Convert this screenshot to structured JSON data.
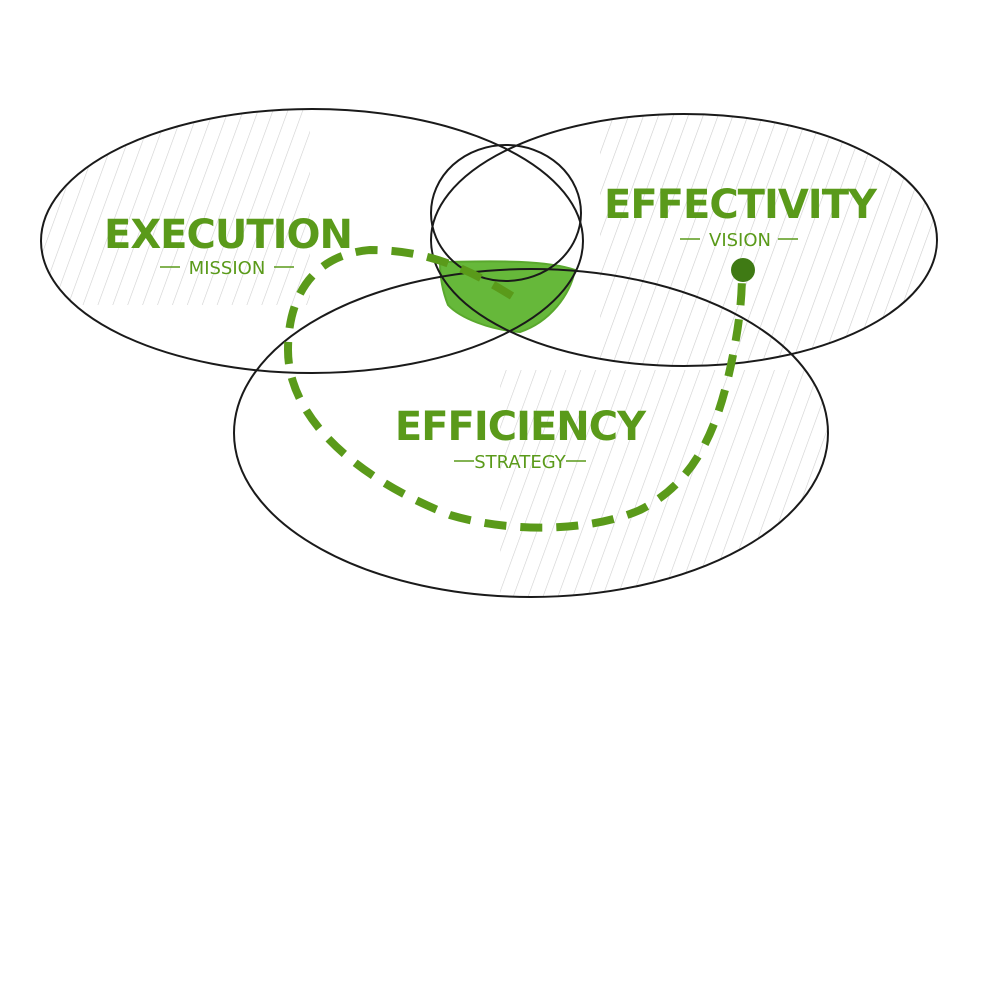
{
  "colors": {
    "accent": "#5a9a1a",
    "accent_fill": "#66b83a",
    "outline": "#1a1a1a",
    "hatch": "#bdbdbd"
  },
  "circles": [
    {
      "title": "EXECUTION",
      "subtitle": "MISSION"
    },
    {
      "title": "EFFECTIVITY",
      "subtitle": "VISION"
    },
    {
      "title": "EFFICIENCY",
      "subtitle": "STRATEGY"
    }
  ]
}
